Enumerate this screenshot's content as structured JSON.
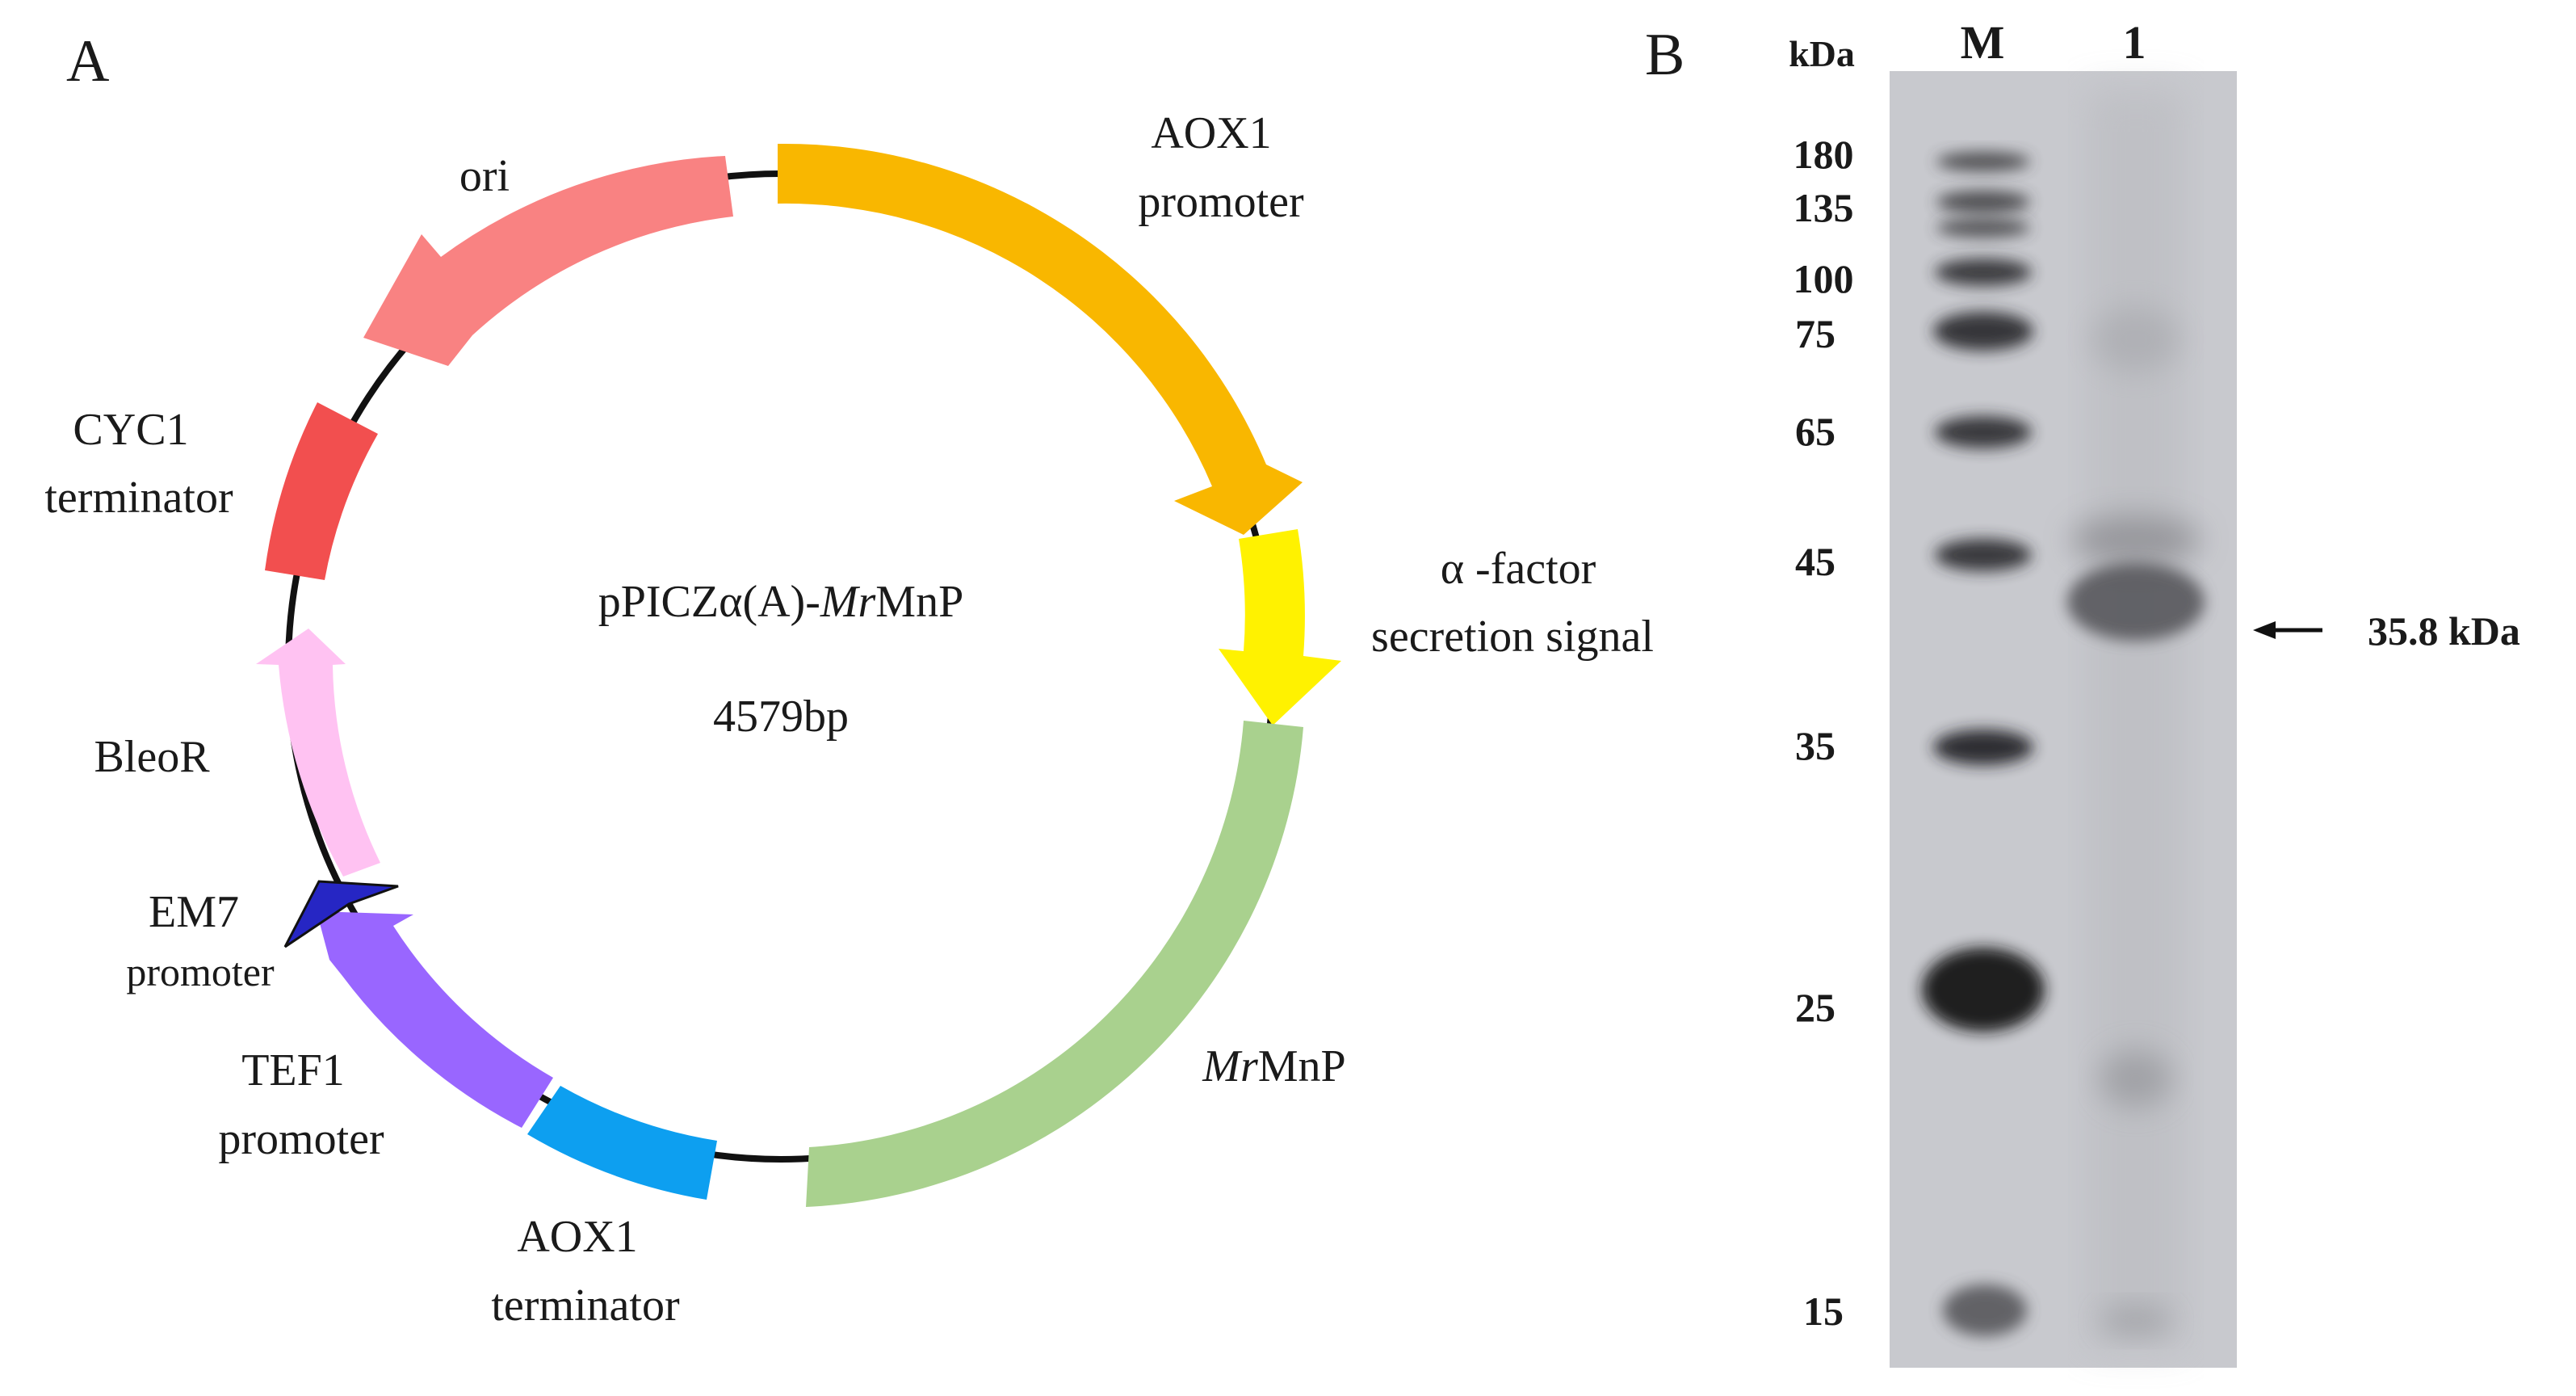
{
  "panel_a": {
    "label": "A",
    "plasmid_name_prefix": "pPICZα(A)-",
    "plasmid_name_italic": "Mr",
    "plasmid_name_suffix": "MnP",
    "plasmid_size": "4579bp",
    "features": [
      {
        "key": "aox1_promoter",
        "lines": [
          "AOX1",
          "promoter"
        ],
        "color": "#F9B700"
      },
      {
        "key": "alpha_factor",
        "lines": [
          "α -factor",
          "secretion signal"
        ],
        "color": "#FFF200"
      },
      {
        "key": "mrmnp",
        "italic": "Mr",
        "rest": "MnP",
        "color": "#A9D18E"
      },
      {
        "key": "aox1_terminator",
        "lines": [
          "AOX1",
          "terminator"
        ],
        "color": "#0D9FF0"
      },
      {
        "key": "tef1_promoter",
        "lines": [
          "TEF1",
          "promoter"
        ],
        "color": "#9966FF"
      },
      {
        "key": "em7_promoter",
        "lines": [
          "EM7",
          "promoter"
        ],
        "color": "#2626C4"
      },
      {
        "key": "bleor",
        "lines": [
          "BleoR"
        ],
        "color": "#FFC2F2"
      },
      {
        "key": "cyc1_terminator",
        "lines": [
          "CYC1",
          "terminator"
        ],
        "color": "#F24F4F"
      },
      {
        "key": "ori",
        "lines": [
          "ori"
        ],
        "color": "#F98282"
      }
    ]
  },
  "panel_b": {
    "label": "B",
    "unit": "kDa",
    "lanes": [
      "M",
      "1"
    ],
    "markers": [
      "180",
      "135",
      "100",
      "75",
      "65",
      "45",
      "35",
      "25",
      "15"
    ],
    "target_label": "35.8 kDa"
  }
}
